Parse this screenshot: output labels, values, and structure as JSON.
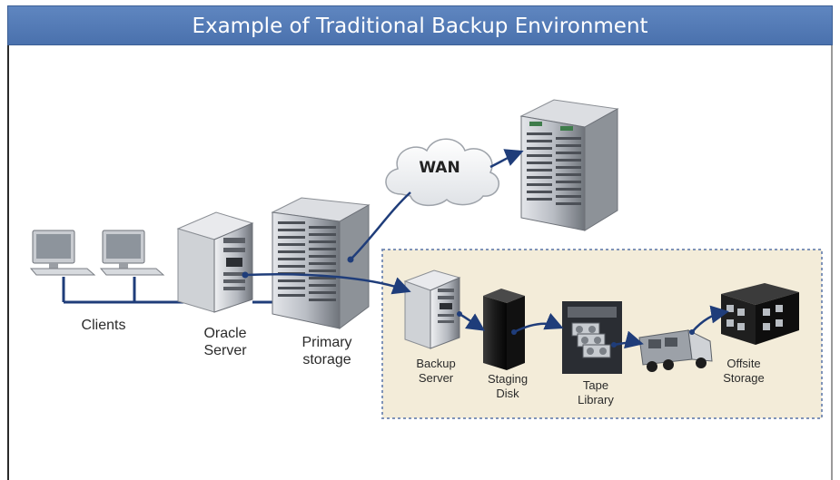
{
  "title": "Example of Traditional Backup Environment",
  "nodes": {
    "wan": "WAN",
    "clients": "Clients",
    "oracle_server": [
      "Oracle",
      "Server"
    ],
    "primary_storage": [
      "Primary",
      "storage"
    ],
    "backup_server": [
      "Backup",
      "Server"
    ],
    "staging_disk": [
      "Staging",
      "Disk"
    ],
    "tape_library": [
      "Tape",
      "Library"
    ],
    "offsite_storage": [
      "Offsite",
      "Storage"
    ]
  },
  "colors": {
    "title_bar": "#4a71ad",
    "link_line": "#1f3d7a",
    "backup_zone_fill": "#f3ecd9",
    "backup_zone_border": "#7f93b8"
  }
}
